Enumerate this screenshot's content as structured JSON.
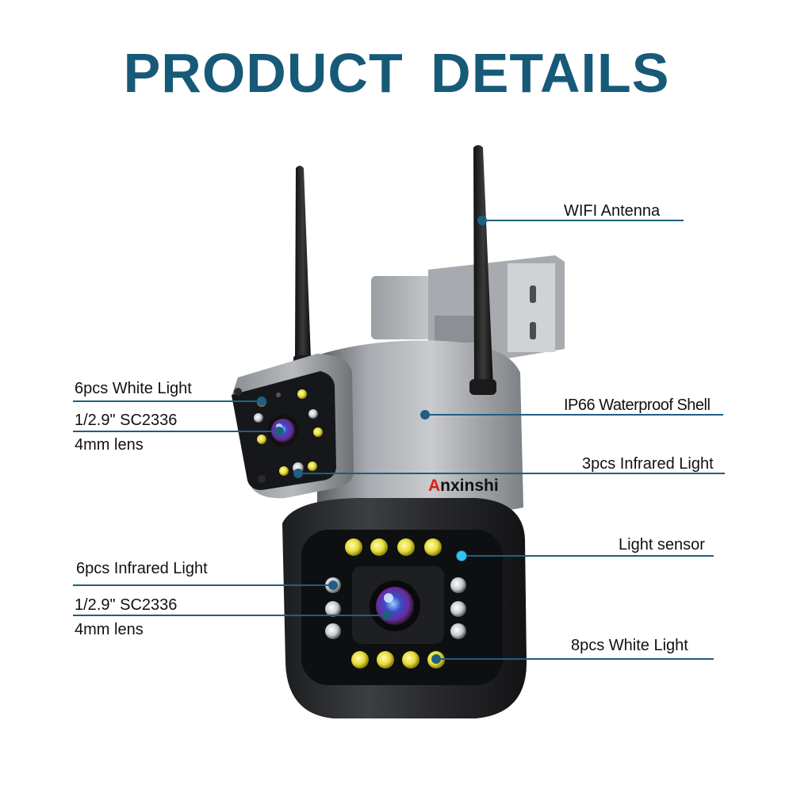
{
  "title": "PRODUCT  DETAILS",
  "brand": {
    "prefix": "A",
    "rest": "nxinshi"
  },
  "colors": {
    "accent": "#165a78",
    "callout_line": "#1f5f82",
    "brand_red": "#d8201c",
    "sensor": "#2fc7f0"
  },
  "callouts": {
    "wifi_antenna": "WIFI Antenna",
    "waterproof_shell": "IP66 Waterproof Shell",
    "infrared_3": "3pcs Infrared Light",
    "light_sensor": "Light sensor",
    "white_light_8": "8pcs White Light",
    "white_light_6": "6pcs White Light",
    "top_lens_spec": "1/2.9\" SC2336",
    "top_lens_size": "4mm lens",
    "infrared_6": "6pcs Infrared Light",
    "bottom_lens_spec": "1/2.9\" SC2336",
    "bottom_lens_size": "4mm lens"
  }
}
